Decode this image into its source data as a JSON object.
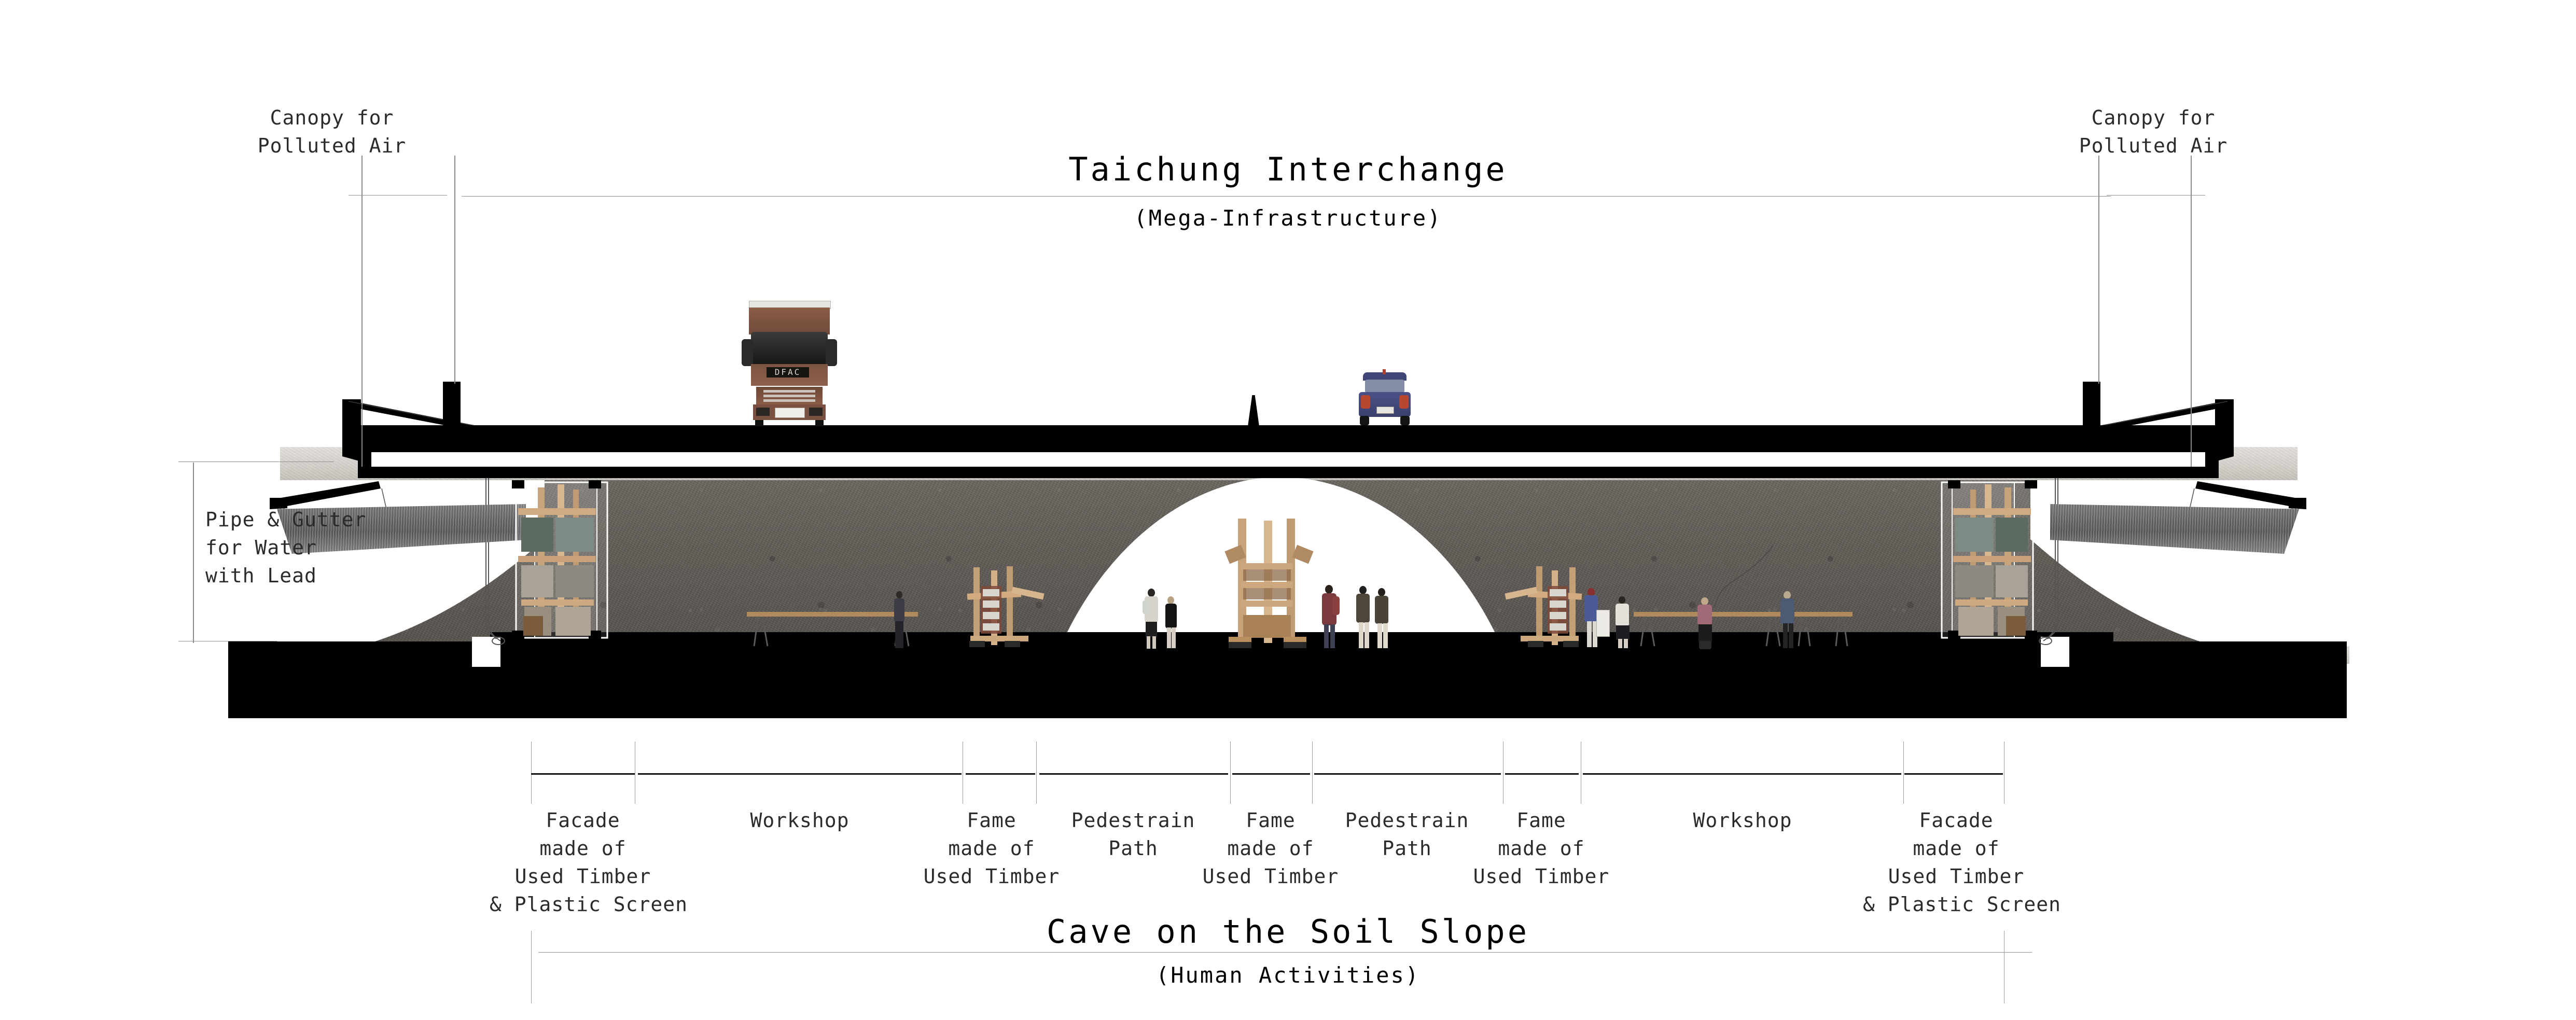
{
  "drawing": {
    "type": "architectural-section",
    "sheet_background": "#ffffff"
  },
  "titles": {
    "top": {
      "main": "Taichung Interchange",
      "sub": "(Mega-Infrastructure)"
    },
    "bottom": {
      "main": "Cave on the Soil Slope",
      "sub": "(Human Activities)"
    }
  },
  "annotations": {
    "canopy_left": "Canopy for\nPolluted Air",
    "canopy_right": "Canopy for\nPolluted Air",
    "pipe_gutter": "Pipe & Gutter\nfor Water\nwith Lead"
  },
  "dimension_labels": [
    {
      "id": "facade-left",
      "text": "Facade\nmade of\nUsed Timber\n& Plastic Screen"
    },
    {
      "id": "workshop-left",
      "text": "Workshop"
    },
    {
      "id": "fame-left",
      "text": "Fame\nmade of\nUsed Timber"
    },
    {
      "id": "path-left",
      "text": "Pedestrain\nPath"
    },
    {
      "id": "fame-mid",
      "text": "Fame\nmade of\nUsed Timber"
    },
    {
      "id": "path-right",
      "text": "Pedestrain\nPath"
    },
    {
      "id": "fame-right",
      "text": "Fame\nmade of\nUsed Timber"
    },
    {
      "id": "workshop-right",
      "text": "Workshop"
    },
    {
      "id": "facade-right",
      "text": "Facade\nmade of\nUsed Timber\n& Plastic Screen"
    }
  ],
  "vehicles": [
    {
      "id": "truck",
      "name": "cargo-truck",
      "badge": "DFAC",
      "color": "#7c5342"
    },
    {
      "id": "car",
      "name": "hatchback-car",
      "color": "#4a4f86"
    },
    {
      "id": "cone",
      "name": "road-marker",
      "color": "#000000"
    }
  ],
  "colors": {
    "structure_black": "#000000",
    "soil_dark": "#625d57",
    "soil_light": "#d2cec8",
    "canopy_grey": "#6e6e6e",
    "timber": "#c6a077",
    "rule_grey": "#8a8a8a"
  }
}
